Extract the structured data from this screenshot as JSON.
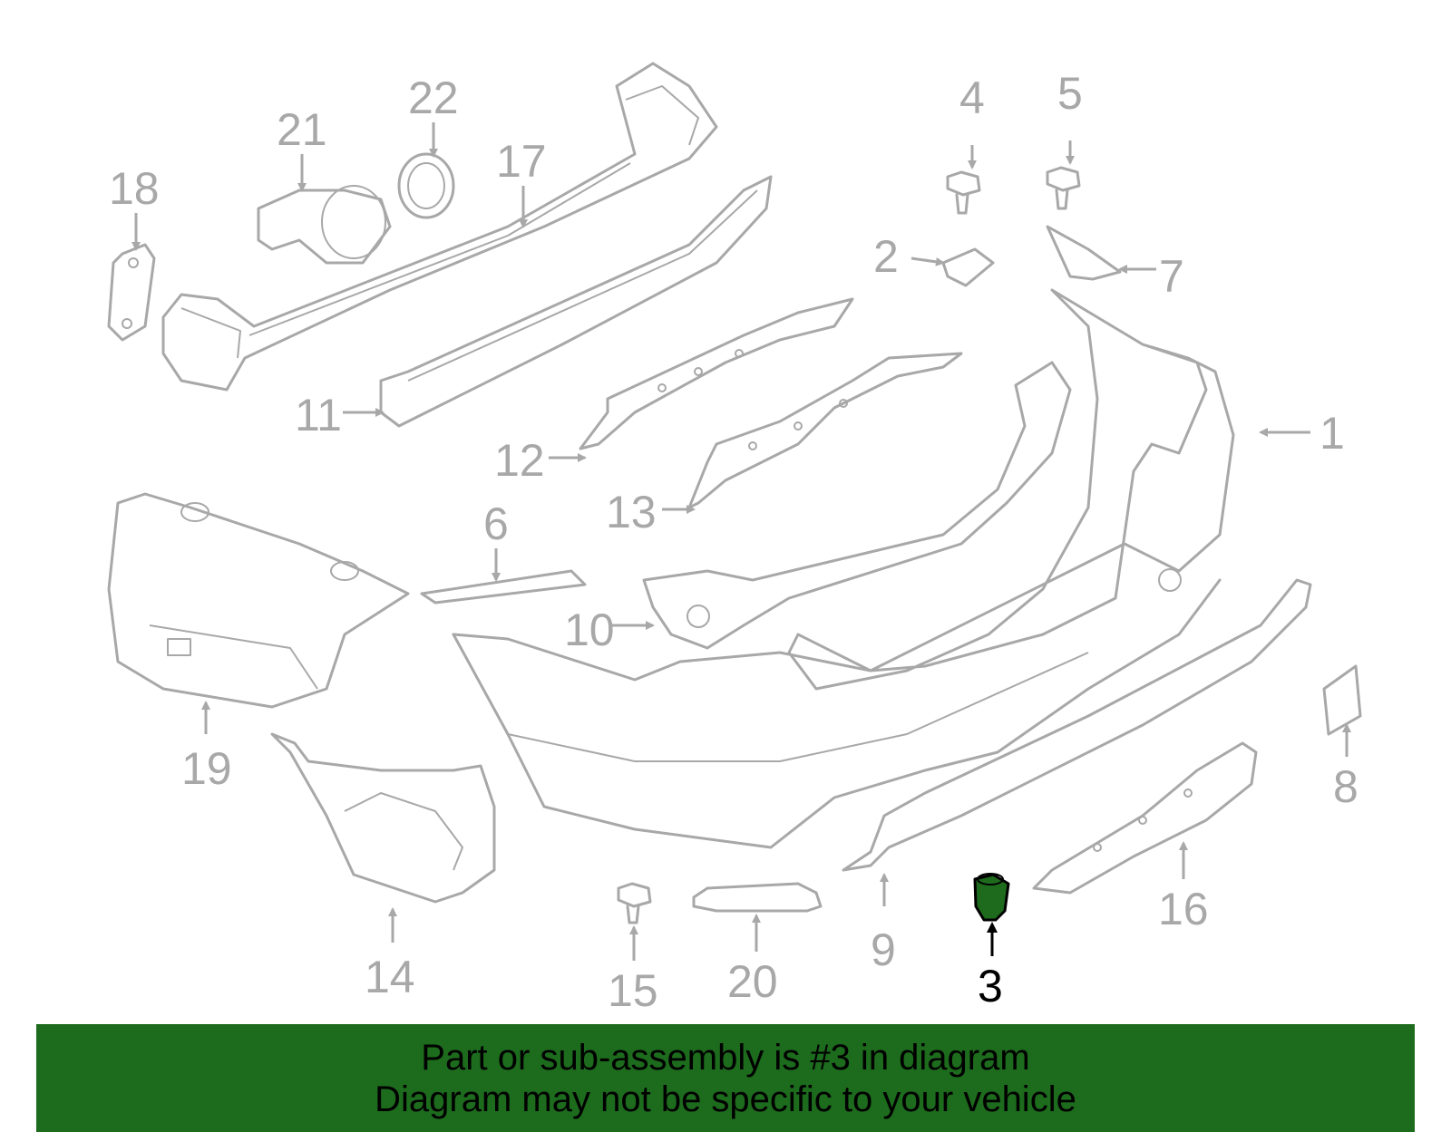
{
  "callouts": {
    "p1": "1",
    "p2": "2",
    "p3": "3",
    "p4": "4",
    "p5": "5",
    "p6": "6",
    "p7": "7",
    "p8": "8",
    "p9": "9",
    "p10": "10",
    "p11": "11",
    "p12": "12",
    "p13": "13",
    "p14": "14",
    "p15": "15",
    "p16": "16",
    "p17": "17",
    "p18": "18",
    "p19": "19",
    "p20": "20",
    "p21": "21",
    "p22": "22"
  },
  "highlighted_part": "3",
  "banner": {
    "line1": "Part or sub-assembly is #3 in diagram",
    "line2": "Diagram may not be specific to your vehicle"
  },
  "colors": {
    "parts": "#a8a8a8",
    "highlight": "#1e6b1e",
    "banner": "#1d6b1d",
    "highlight_text": "#000000"
  }
}
